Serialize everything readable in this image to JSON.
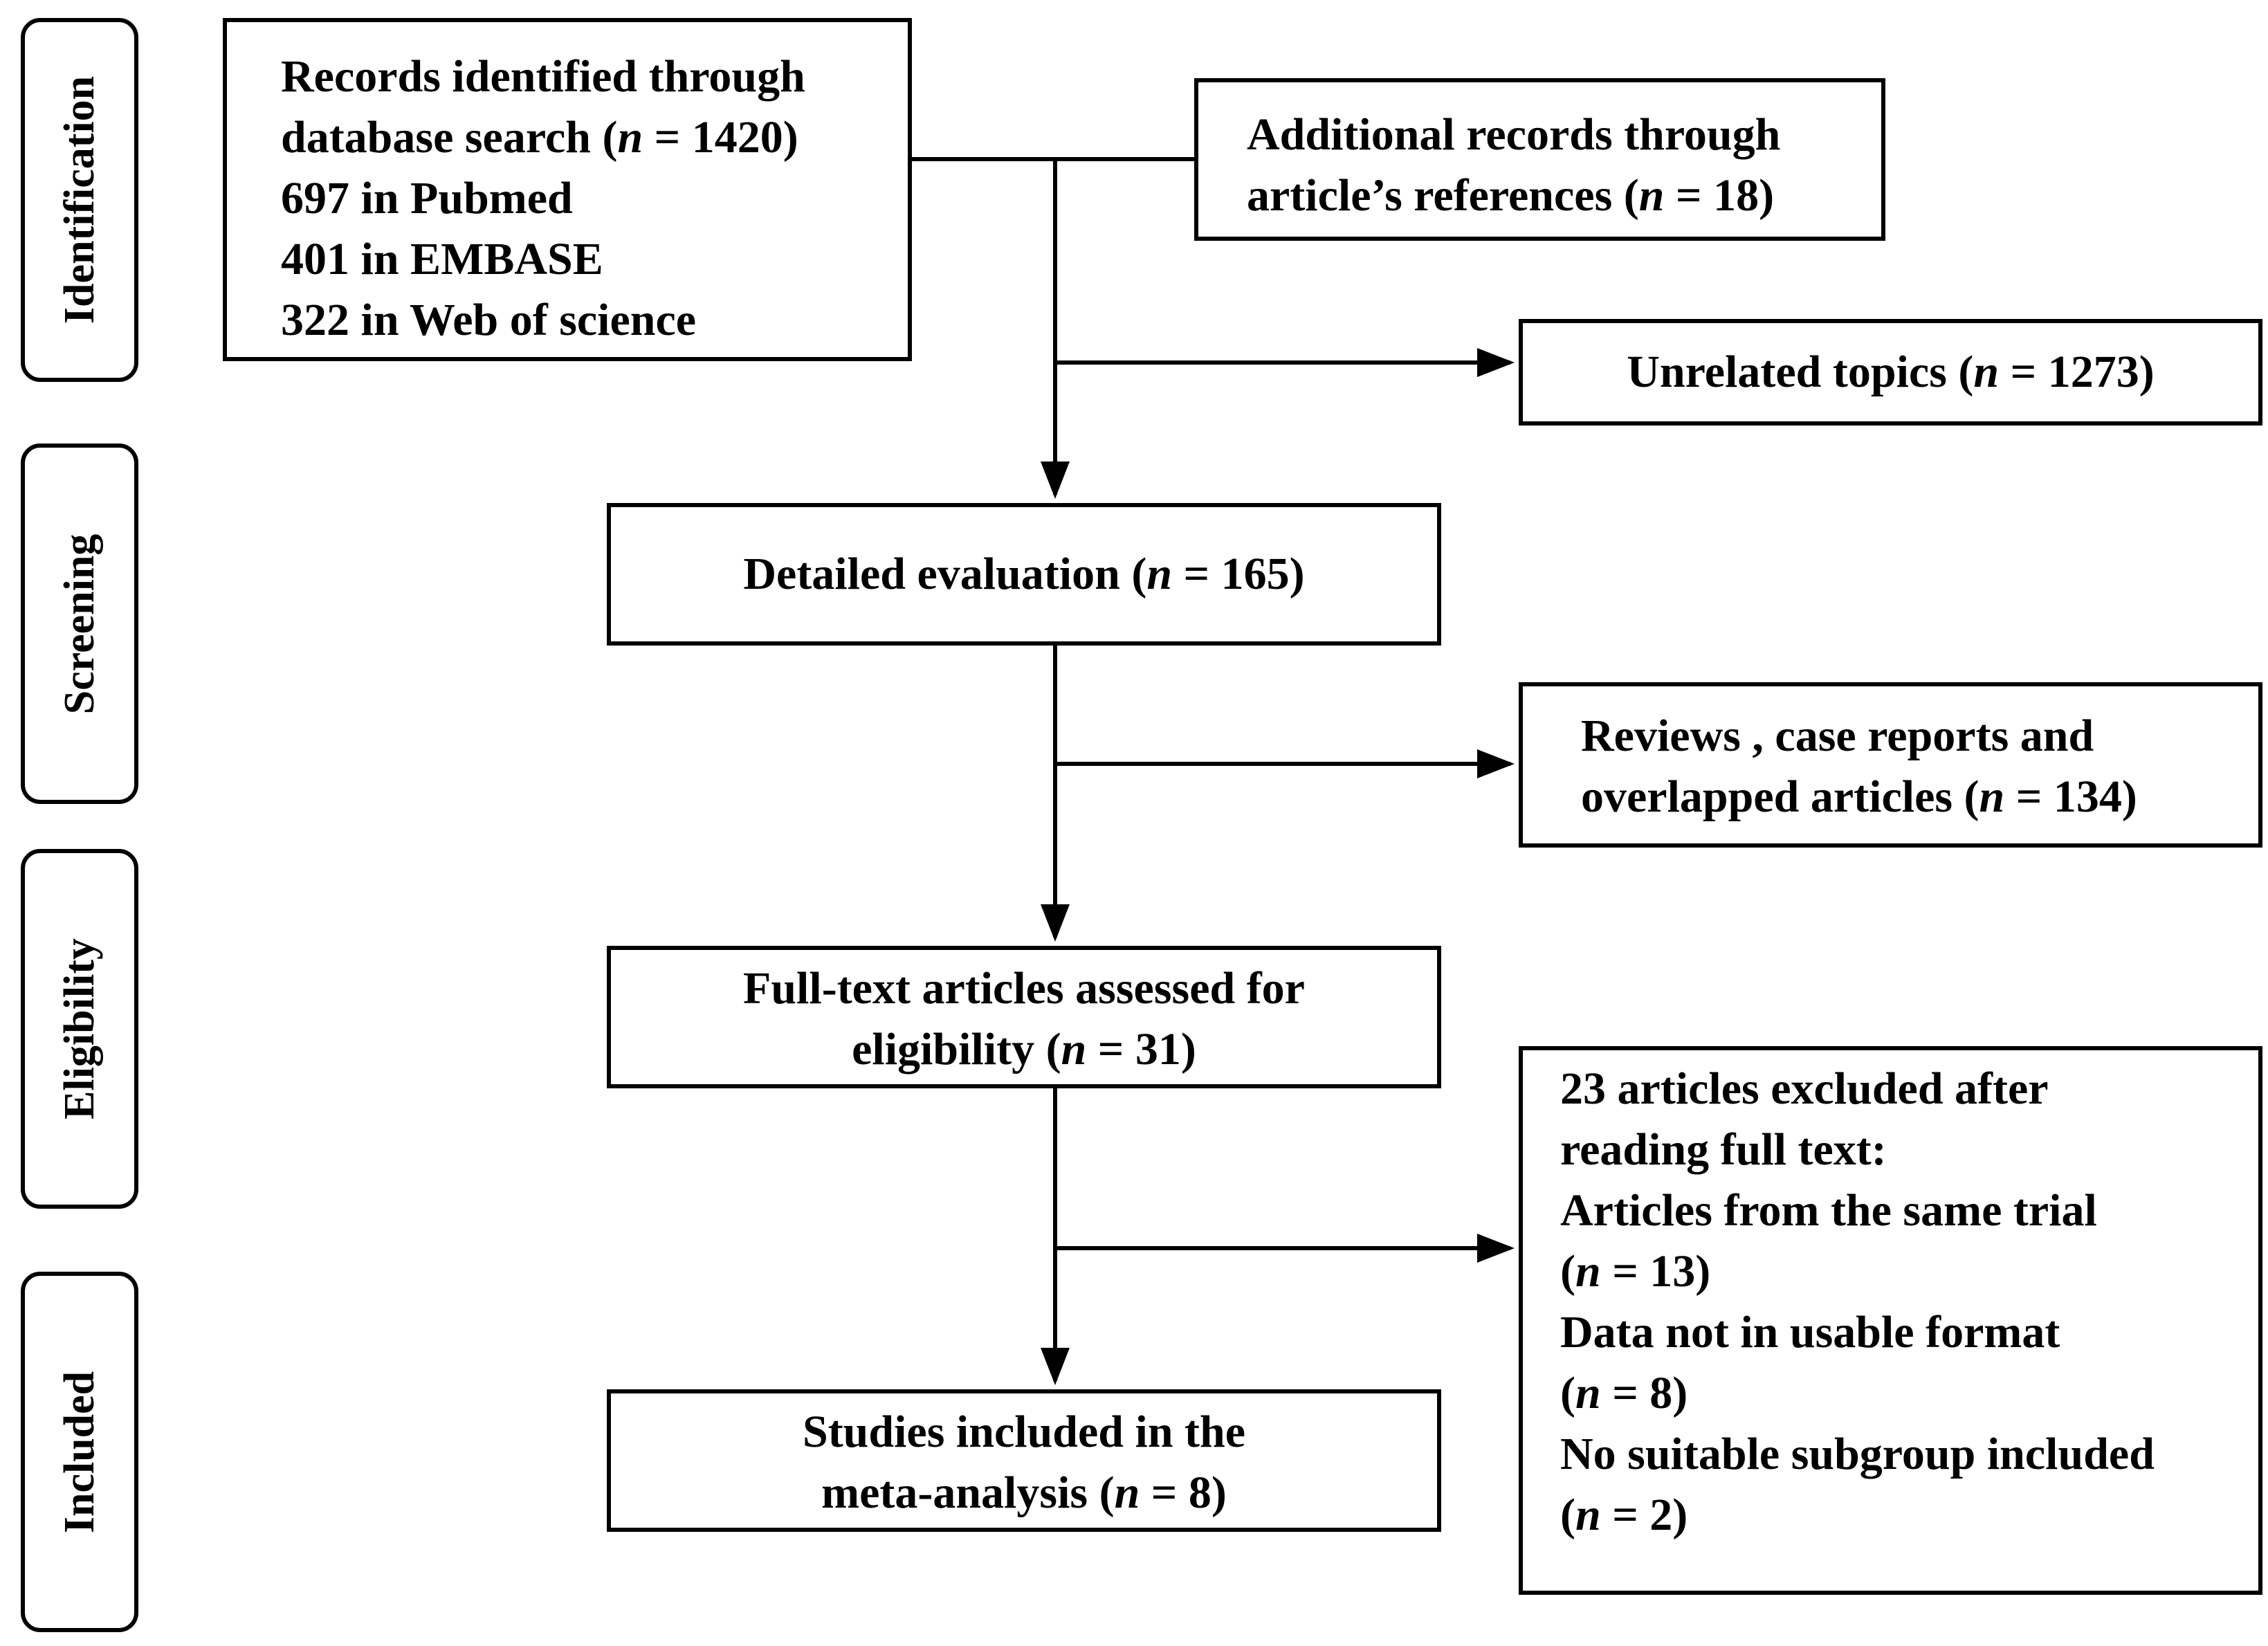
{
  "stages": [
    {
      "id": "identification",
      "label": "Identification"
    },
    {
      "id": "screening",
      "label": "Screening"
    },
    {
      "id": "eligibility",
      "label": "Eligibility"
    },
    {
      "id": "included",
      "label": "Included"
    }
  ],
  "boxes": {
    "records_identified": {
      "line1": "Records identified through",
      "line2_pre": "database search (",
      "line2_n": "n",
      "line2_post": " = 1420)",
      "line3": "697 in Pubmed",
      "line4": "401 in EMBASE",
      "line5": "322 in Web of science"
    },
    "additional_records": {
      "line1": "Additional records through",
      "line2_pre": "article’s references (",
      "line2_n": "n",
      "line2_post": " = 18)"
    },
    "unrelated_topics": {
      "pre": "Unrelated topics (",
      "n": "n",
      "post": " = 1273)"
    },
    "detailed_evaluation": {
      "pre": "Detailed evaluation (",
      "n": "n",
      "post": " = 165)"
    },
    "reviews_excluded": {
      "line1": "Reviews , case reports and",
      "line2_pre": "overlapped articles (",
      "line2_n": "n",
      "line2_post": " = 134)"
    },
    "full_text": {
      "line1": "Full-text articles assessed for",
      "line2_pre": "eligibility (",
      "line2_n": "n",
      "line2_post": " = 31)"
    },
    "excluded_full_text": {
      "line1": "23 articles excluded after",
      "line2": "reading full text:",
      "line3": "Articles from the same trial",
      "line4_pre": "(",
      "line4_n": "n",
      "line4_post": " = 13)",
      "line5": "Data not in usable format",
      "line6_pre": "(",
      "line6_n": "n",
      "line6_post": " = 8)",
      "line7": "No suitable subgroup included",
      "line8_pre": "(",
      "line8_n": "n",
      "line8_post": " = 2)"
    },
    "studies_included": {
      "line1": "Studies included in the",
      "line2_pre": "meta-analysis (",
      "line2_n": "n",
      "line2_post": " = 8)"
    }
  }
}
